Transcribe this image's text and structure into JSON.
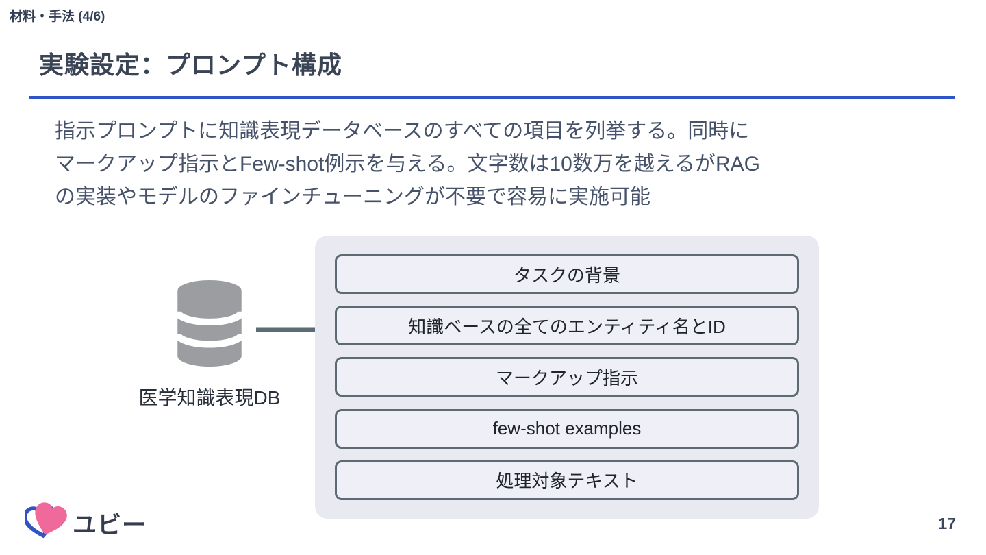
{
  "page": {
    "kicker": "材料・手法 (4/6)",
    "title": "実験設定：プロンプト構成",
    "page_number": "17"
  },
  "body": {
    "lines": [
      "指示プロンプトに知識表現データベースのすべての項目を列挙する。同時に",
      "マークアップ指示とFew-shot例示を与える。文字数は10数万を越えるがRAG",
      "の実装やモデルのファインチューニングが不要で容易に実施可能"
    ]
  },
  "diagram": {
    "database_label": "医学知識表現DB",
    "prompt_sections": [
      {
        "label": "タスクの背景"
      },
      {
        "label": "知識ベースの全てのエンティティ名とID"
      },
      {
        "label": "マークアップ指示"
      },
      {
        "label": "few-shot examples"
      },
      {
        "label": "処理対象テキスト"
      }
    ]
  },
  "footer": {
    "logo_text": "ユビー"
  },
  "colors": {
    "accent_blue": "#2f55c8",
    "heading_text": "#3a4455",
    "body_text": "#46526a",
    "panel_fill": "#e9e9f2",
    "box_fill": "#efeff7",
    "box_border": "#5d6a73",
    "box_text": "#20252d",
    "database_gray": "#9b9da0",
    "arrow_gray": "#5b6c77",
    "logo_pink": "#f0699b",
    "logo_blue": "#3253c6"
  }
}
